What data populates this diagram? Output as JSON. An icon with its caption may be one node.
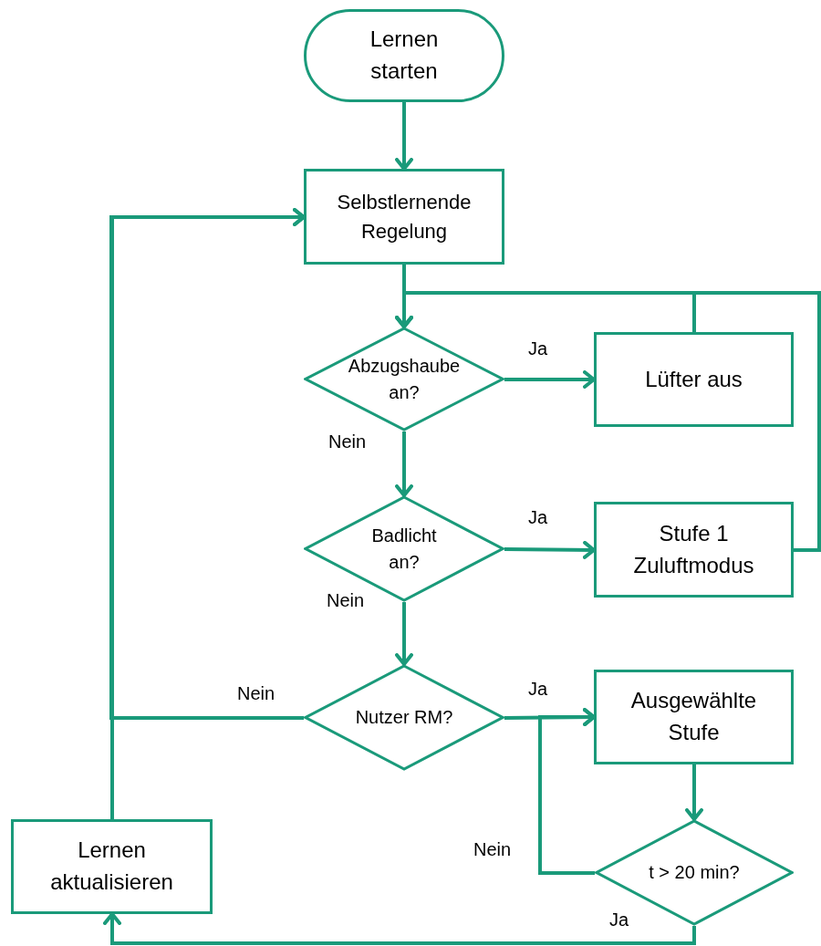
{
  "diagram": {
    "nodes": [
      {
        "text": [
          "Lernen starten"
        ]
      },
      {
        "text": [
          "Selbstlernende Regelung"
        ]
      },
      {
        "text": [
          "Abzugshaube an?"
        ]
      },
      {
        "text": [
          "Lüfter aus"
        ]
      },
      {
        "text": [
          "Badlicht an?"
        ]
      },
      {
        "text": [
          "Stufe 1 Zuluftmodus"
        ]
      },
      {
        "text": [
          "Nutzer RM?"
        ]
      },
      {
        "text": [
          "Ausgewählte Stufe"
        ]
      },
      {
        "text": [
          "t > 20 min?"
        ]
      },
      {
        "text": [
          "Lernen aktualisieren"
        ]
      }
    ],
    "edges": [
      {
        "from": 0,
        "to": 1,
        "arrow": "to"
      },
      {
        "from": 1,
        "to": 2,
        "arrow": "to"
      },
      {
        "from": 2,
        "to": 3,
        "arrow": "to",
        "label": "Ja"
      },
      {
        "from": 3,
        "to": 2,
        "arrow": "to"
      },
      {
        "from": 5,
        "to": 2,
        "arrow": "to"
      },
      {
        "from": 2,
        "to": 4,
        "arrow": "to",
        "label": "Nein"
      },
      {
        "from": 4,
        "to": 5,
        "arrow": "to",
        "label": "Ja"
      },
      {
        "from": 4,
        "to": 6,
        "arrow": "to",
        "label": "Nein"
      },
      {
        "from": 6,
        "to": 1,
        "arrow": "to",
        "label": "Nein"
      },
      {
        "from": 6,
        "to": 7,
        "arrow": "to",
        "label": "Ja"
      },
      {
        "from": 7,
        "to": 8,
        "arrow": "to"
      },
      {
        "from": 8,
        "to": 7,
        "arrow": "to",
        "label": "Nein"
      },
      {
        "from": 8,
        "to": 9,
        "arrow": "to",
        "label": "Ja"
      },
      {
        "from": 9,
        "to": 1,
        "arrow": "to"
      }
    ]
  }
}
